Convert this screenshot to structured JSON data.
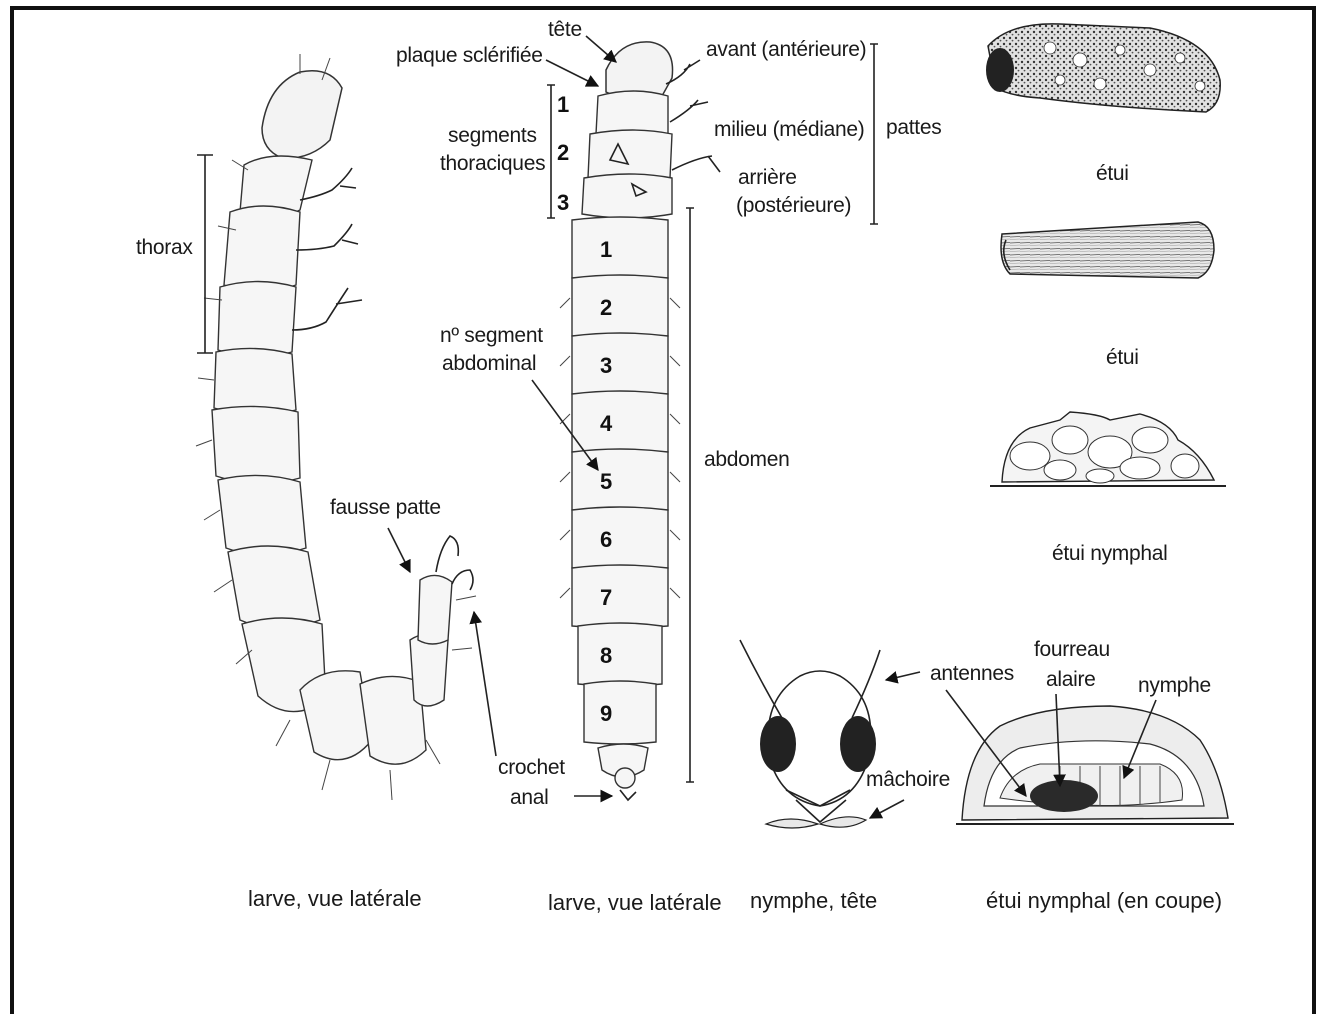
{
  "labels": {
    "thorax": "thorax",
    "tete": "tête",
    "plaque": "plaque sclérifiée",
    "segments_thoraciques_1": "segments",
    "segments_thoraciques_2": "thoraciques",
    "seg_thor_1": "1",
    "seg_thor_2": "2",
    "seg_thor_3": "3",
    "avant": "avant (antérieure)",
    "milieu": "milieu (médiane)",
    "arriere_1": "arrière",
    "arriere_2": "(postérieure)",
    "pattes": "pattes",
    "no_segment_1": "nº segment",
    "no_segment_2": "abdominal",
    "abdomen": "abdomen",
    "fausse_patte": "fausse patte",
    "crochet_1": "crochet",
    "crochet_2": "anal",
    "antennes": "antennes",
    "fourreau_1": "fourreau",
    "fourreau_2": "alaire",
    "nymphe": "nymphe",
    "machoire": "mâchoire",
    "etui_1": "étui",
    "etui_2": "étui",
    "etui_nymphal": "étui nymphal"
  },
  "abdominal_segments": [
    "1",
    "2",
    "3",
    "4",
    "5",
    "6",
    "7",
    "8",
    "9"
  ],
  "captions": {
    "larve_1": "larve, vue latérale",
    "larve_2": "larve, vue latérale",
    "nymphe_tete": "nymphe, tête",
    "etui_coupe": "étui nymphal (en coupe)"
  }
}
